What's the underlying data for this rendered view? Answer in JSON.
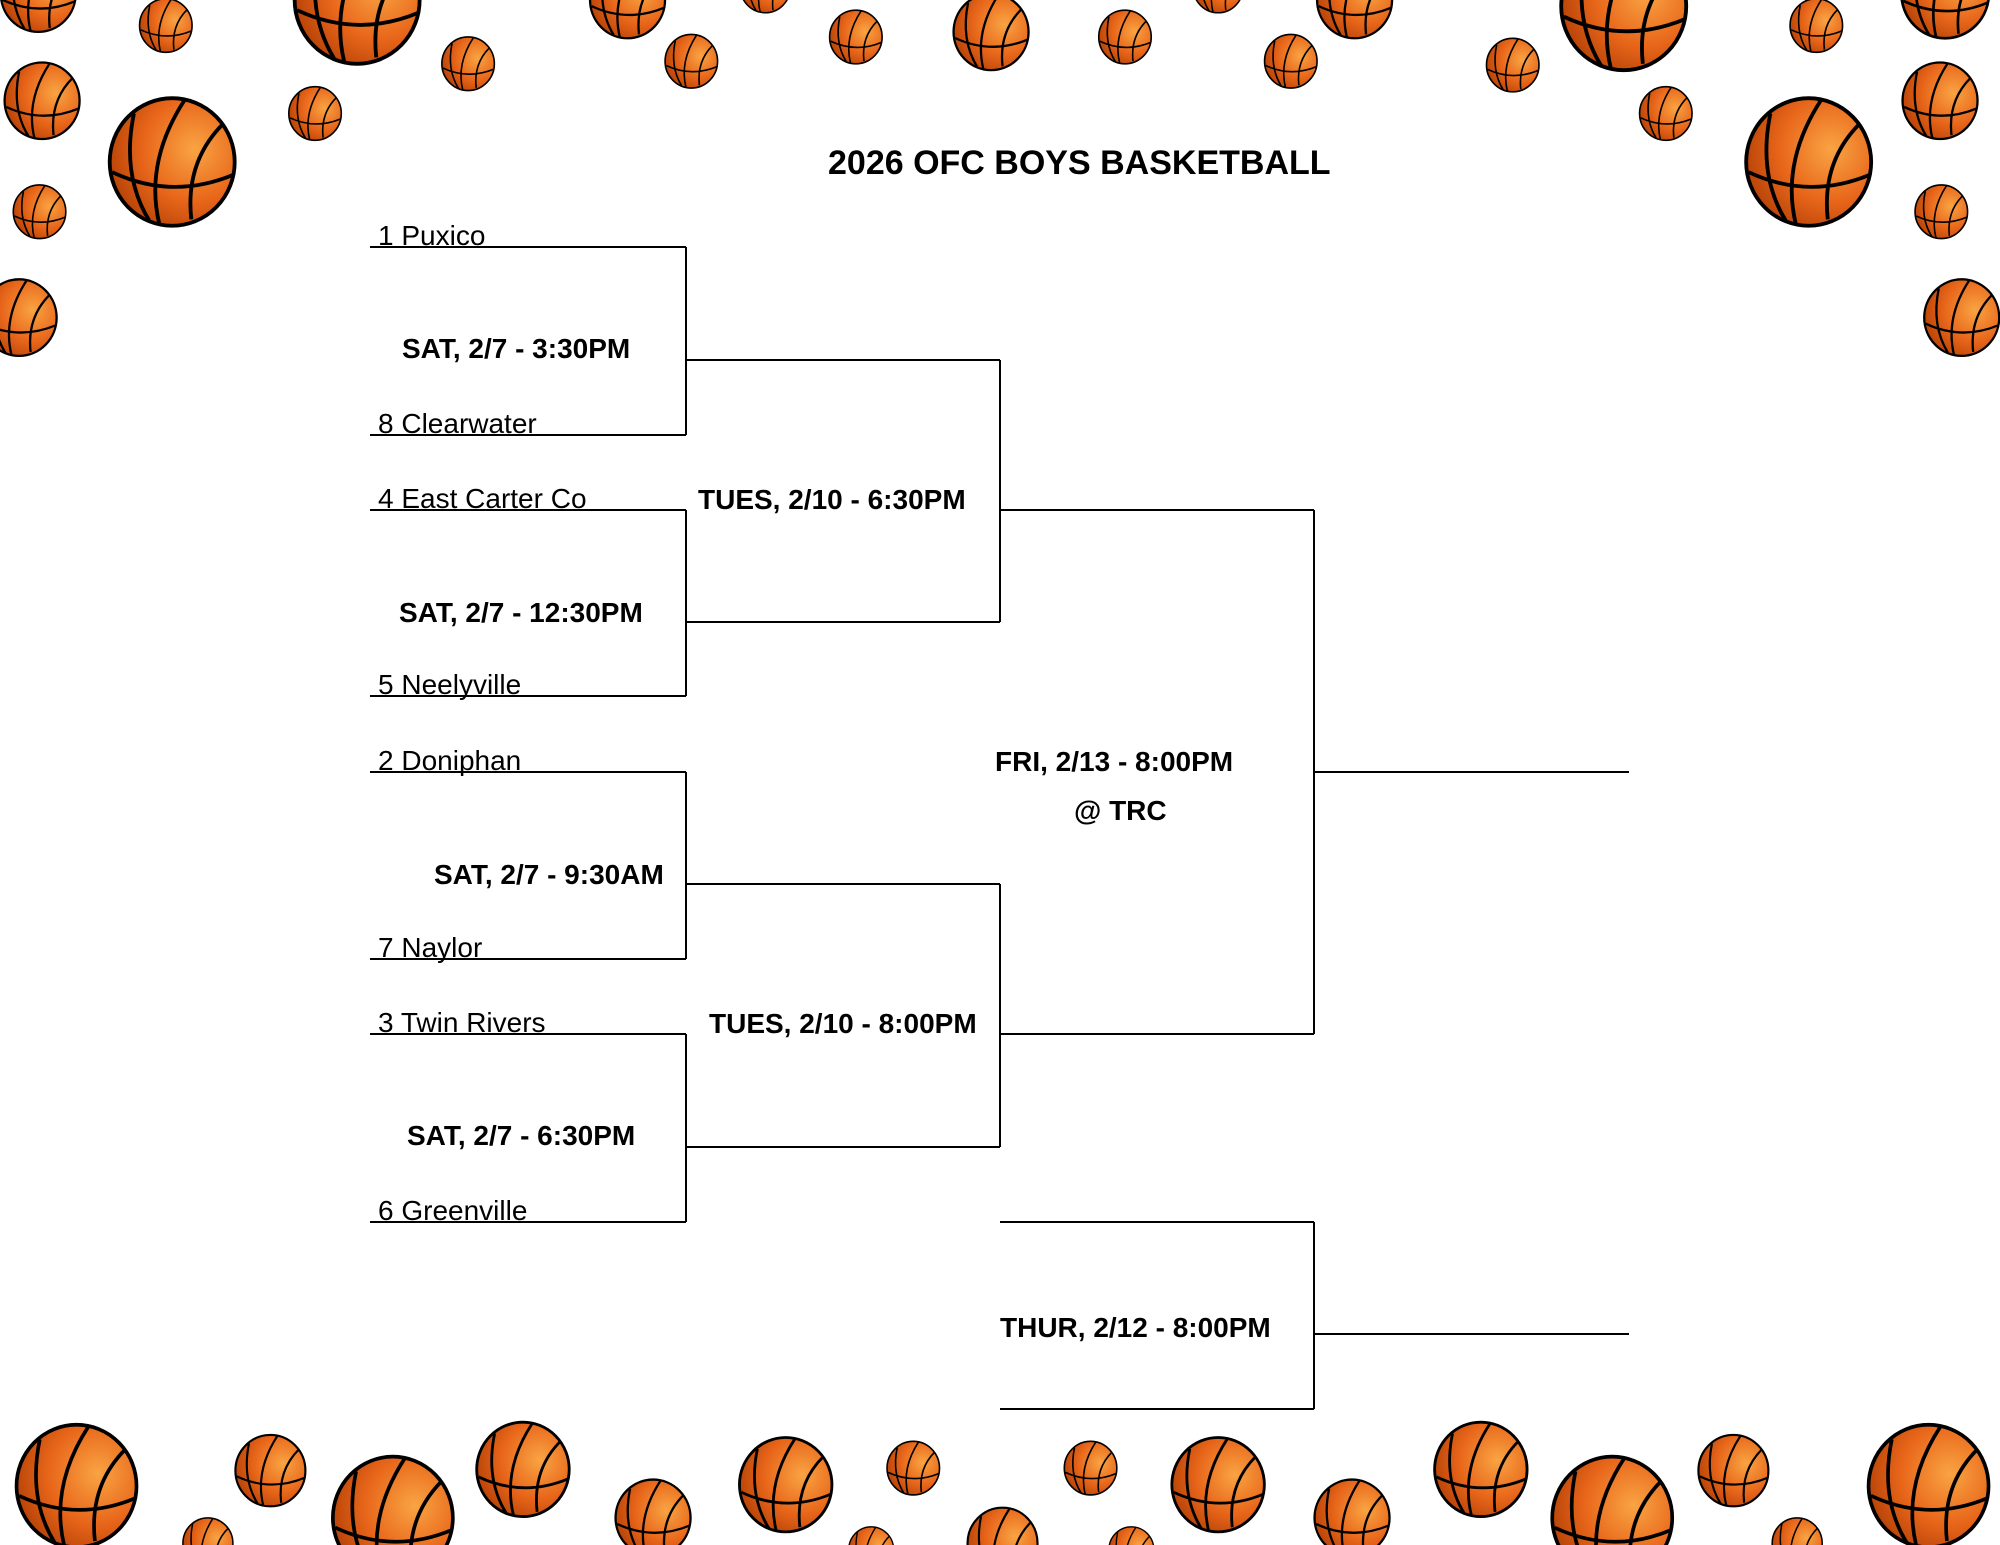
{
  "title": "2026 OFC BOYS BASKETBALL",
  "teams": [
    "1 Puxico",
    "8 Clearwater",
    "4 East Carter Co",
    "5 Neelyville",
    "2 Doniphan",
    "7 Naylor",
    "3 Twin Rivers",
    "6 Greenville"
  ],
  "round1_games": [
    "SAT, 2/7 - 3:30PM",
    "SAT, 2/7 - 12:30PM",
    "SAT, 2/7 - 9:30AM",
    "SAT, 2/7 - 6:30PM"
  ],
  "semifinal_games": [
    "TUES, 2/10 - 6:30PM",
    "TUES, 2/10 - 8:00PM"
  ],
  "final_game": {
    "time": "FRI, 2/13 - 8:00PM",
    "location": "@ TRC"
  },
  "consolation_game": "THUR, 2/12 - 8:00PM",
  "colors": {
    "ball_light": "#f9a443",
    "ball_mid": "#e8661a",
    "ball_dark": "#b13e05",
    "line": "#000000"
  },
  "decoration_icon": "basketball-icon"
}
